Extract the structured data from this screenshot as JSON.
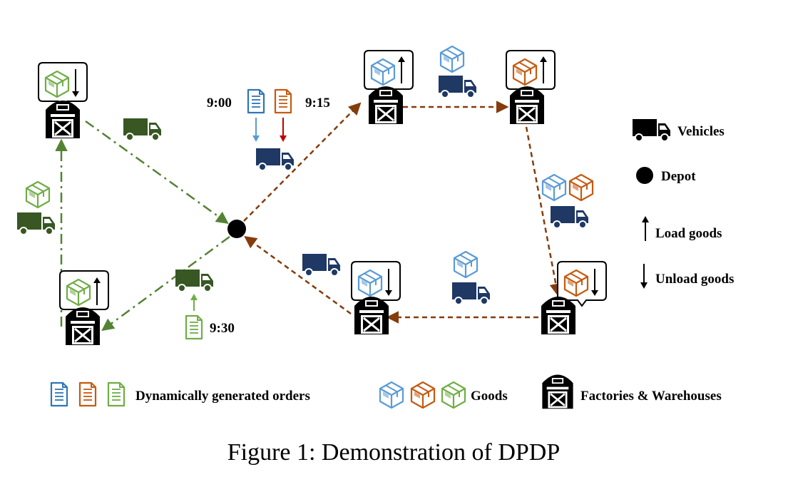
{
  "times": {
    "t1": "9:00",
    "t2": "9:15",
    "t3": "9:30"
  },
  "legend": {
    "vehicles": "Vehicles",
    "depot": "Depot",
    "load": "Load goods",
    "unload": "Unload goods"
  },
  "bottom_legend": {
    "orders": "Dynamically generated orders",
    "goods": "Goods",
    "factories": "Factories & Warehouses"
  },
  "caption": "Figure 1: Demonstration of DPDP",
  "colors": {
    "blue": "#5b9bd5",
    "orange": "#c55a11",
    "green": "#70ad47",
    "navy": "#1f3864",
    "darkgreen": "#385723",
    "route_green": "#548235",
    "route_brown": "#843c0c",
    "red": "#c00000"
  }
}
